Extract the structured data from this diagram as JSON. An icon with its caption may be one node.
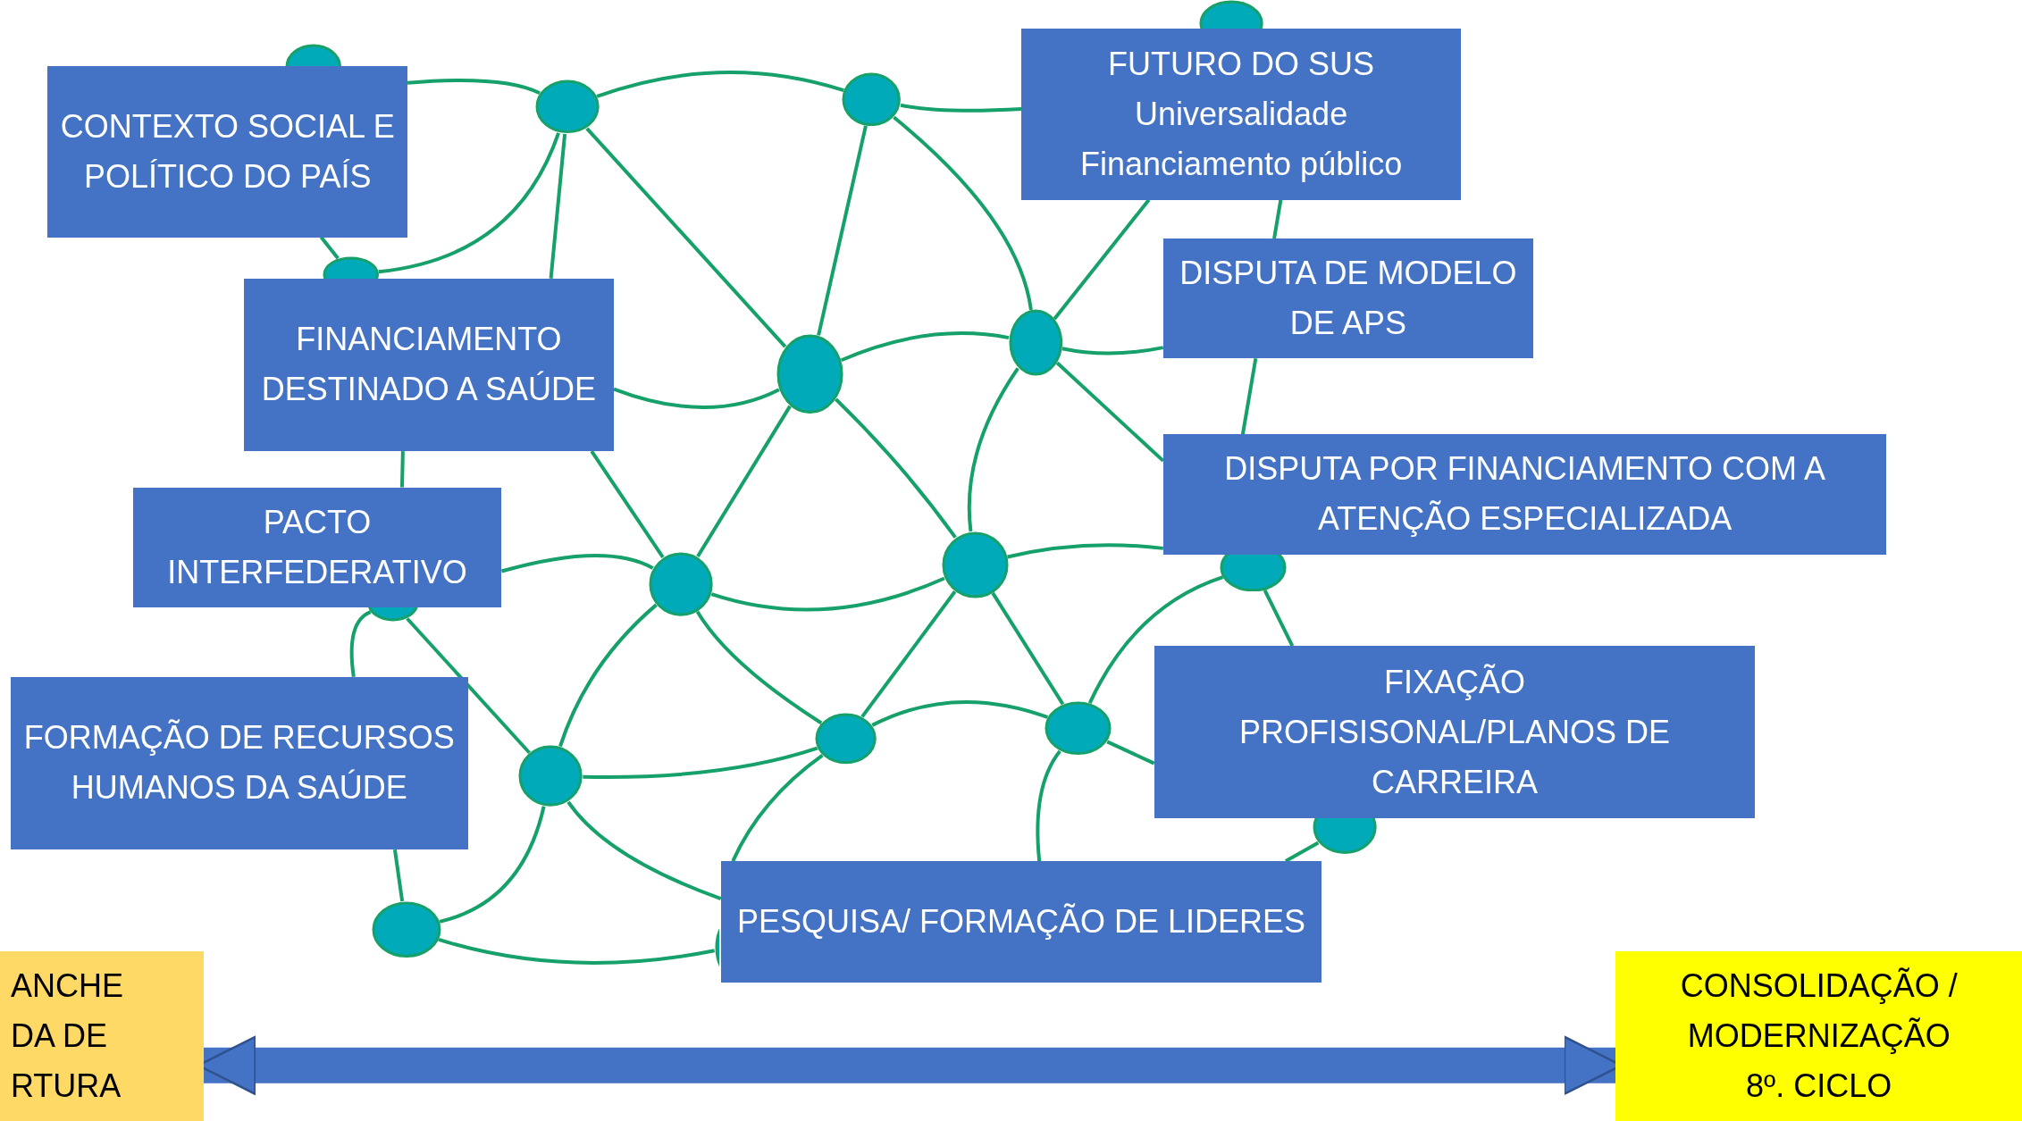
{
  "diagram": {
    "nodes": [
      {
        "text": [],
        "shape": "circle"
      },
      {
        "text": [],
        "shape": "circle"
      },
      {
        "text": [
          "CONTEXTO SOCIAL E POLÍTICO DO PAÍS"
        ]
      },
      {
        "text": [],
        "shape": "circle"
      },
      {
        "text": [],
        "shape": "circle"
      },
      {
        "text": [
          "FUTURO DO SUS",
          "Universalidade",
          "Financiamento público"
        ]
      },
      {
        "text": [],
        "shape": "circle"
      },
      {
        "text": [
          "DISPUTA DE MODELO DE APS"
        ]
      },
      {
        "text": [
          "FINANCIAMENTO DESTINADO A SAÚDE"
        ]
      },
      {
        "text": [],
        "shape": "circle"
      },
      {
        "text": [],
        "shape": "circle"
      },
      {
        "text": [
          "DISPUTA POR FINANCIAMENTO COM A ATENÇÃO ESPECIALIZADA"
        ]
      },
      {
        "text": [
          "PACTO INTERFEDERATIVO"
        ]
      },
      {
        "text": [],
        "shape": "circle"
      },
      {
        "text": [],
        "shape": "circle"
      },
      {
        "text": [],
        "shape": "circle"
      },
      {
        "text": [],
        "shape": "circle"
      },
      {
        "text": [
          "FIXAÇÃO",
          "PROFISISONAL/PLANOS DE CARREIRA"
        ]
      },
      {
        "text": [
          "FORMAÇÃO DE RECURSOS HUMANOS DA SAÚDE"
        ]
      },
      {
        "text": [],
        "shape": "circle"
      },
      {
        "text": [],
        "shape": "circle"
      },
      {
        "text": [],
        "shape": "circle"
      },
      {
        "text": [],
        "shape": "circle"
      },
      {
        "text": [
          "PESQUISA/ FORMAÇÃO DE LIDERES"
        ]
      },
      {
        "text": [],
        "shape": "circle"
      },
      {
        "text": [],
        "shape": "circle"
      },
      {
        "text": [
          "ANCHE",
          "DA DE",
          "RTURA"
        ]
      },
      {
        "text": [
          "CONSOLIDAÇÃO / MODERNIZAÇÃO",
          "8º. CICLO"
        ]
      }
    ],
    "edges": [
      {
        "from": 2,
        "to": 3,
        "arrow": "none"
      },
      {
        "from": 3,
        "to": 4,
        "arrow": "none"
      },
      {
        "from": 4,
        "to": 5,
        "arrow": "none"
      },
      {
        "from": 3,
        "to": 6,
        "arrow": "none"
      },
      {
        "from": 3,
        "to": 8,
        "arrow": "none"
      },
      {
        "from": 3,
        "to": 10,
        "arrow": "none"
      },
      {
        "from": 2,
        "to": 6,
        "arrow": "none"
      },
      {
        "from": 4,
        "to": 10,
        "arrow": "none"
      },
      {
        "from": 4,
        "to": 9,
        "arrow": "none"
      },
      {
        "from": 5,
        "to": 9,
        "arrow": "none"
      },
      {
        "from": 5,
        "to": 7,
        "arrow": "none"
      },
      {
        "from": 9,
        "to": 7,
        "arrow": "none"
      },
      {
        "from": 8,
        "to": 10,
        "arrow": "none"
      },
      {
        "from": 10,
        "to": 9,
        "arrow": "none"
      },
      {
        "from": 9,
        "to": 11,
        "arrow": "none"
      },
      {
        "from": 7,
        "to": 11,
        "arrow": "none"
      },
      {
        "from": 10,
        "to": 15,
        "arrow": "none"
      },
      {
        "from": 10,
        "to": 13,
        "arrow": "none"
      },
      {
        "from": 9,
        "to": 13,
        "arrow": "none"
      },
      {
        "from": 8,
        "to": 15,
        "arrow": "none"
      },
      {
        "from": 8,
        "to": 12,
        "arrow": "none"
      },
      {
        "from": 12,
        "to": 15,
        "arrow": "none"
      },
      {
        "from": 15,
        "to": 13,
        "arrow": "none"
      },
      {
        "from": 15,
        "to": 21,
        "arrow": "none"
      },
      {
        "from": 15,
        "to": 20,
        "arrow": "none"
      },
      {
        "from": 13,
        "to": 11,
        "arrow": "none"
      },
      {
        "from": 13,
        "to": 20,
        "arrow": "none"
      },
      {
        "from": 13,
        "to": 19,
        "arrow": "none"
      },
      {
        "from": 14,
        "to": 19,
        "arrow": "none"
      },
      {
        "from": 14,
        "to": 17,
        "arrow": "none"
      },
      {
        "from": 19,
        "to": 17,
        "arrow": "none"
      },
      {
        "from": 20,
        "to": 19,
        "arrow": "none"
      },
      {
        "from": 21,
        "to": 20,
        "arrow": "none"
      },
      {
        "from": 21,
        "to": 24,
        "arrow": "none"
      },
      {
        "from": 16,
        "to": 18,
        "arrow": "none"
      },
      {
        "from": 16,
        "to": 21,
        "arrow": "none"
      },
      {
        "from": 21,
        "to": 23,
        "arrow": "none"
      },
      {
        "from": 20,
        "to": 23,
        "arrow": "none"
      },
      {
        "from": 19,
        "to": 23,
        "arrow": "none"
      },
      {
        "from": 23,
        "to": 22,
        "arrow": "none"
      },
      {
        "from": 24,
        "to": 18,
        "arrow": "none"
      },
      {
        "from": 24,
        "to": 25,
        "arrow": "none"
      },
      {
        "from": 26,
        "to": 27,
        "arrow": "both",
        "style": "thick",
        "color": "#4472c4"
      }
    ]
  }
}
